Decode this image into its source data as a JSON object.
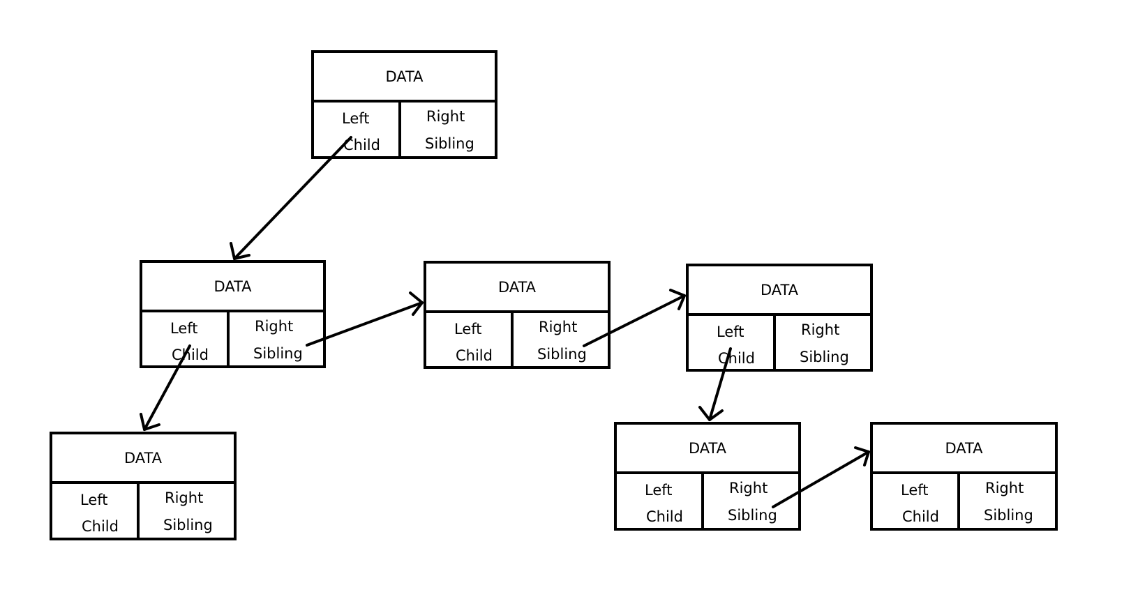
{
  "nodes": [
    {
      "data": "DATA",
      "left_child": [
        "Left",
        "Child"
      ],
      "right_sibling": [
        "Right",
        "Sibling"
      ]
    },
    {
      "data": "DATA",
      "left_child": [
        "Left",
        "Child"
      ],
      "right_sibling": [
        "Right",
        "Sibling"
      ]
    },
    {
      "data": "DATA",
      "left_child": [
        "Left",
        "Child"
      ],
      "right_sibling": [
        "Right",
        "Sibling"
      ]
    },
    {
      "data": "DATA",
      "left_child": [
        "Left",
        "Child"
      ],
      "right_sibling": [
        "Right",
        "Sibling"
      ]
    },
    {
      "data": "DATA",
      "left_child": [
        "Left",
        "Child"
      ],
      "right_sibling": [
        "Right",
        "Sibling"
      ]
    },
    {
      "data": "DATA",
      "left_child": [
        "Left",
        "Child"
      ],
      "right_sibling": [
        "Right",
        "Sibling"
      ]
    },
    {
      "data": "DATA",
      "left_child": [
        "Left",
        "Child"
      ],
      "right_sibling": [
        "Right",
        "Sibling"
      ]
    }
  ],
  "links": [
    {
      "from": 0,
      "to": 1,
      "kind": "left-child"
    },
    {
      "from": 1,
      "to": 2,
      "kind": "right-sibling"
    },
    {
      "from": 1,
      "to": 3,
      "kind": "left-child"
    },
    {
      "from": 2,
      "to": 4,
      "kind": "right-sibling"
    },
    {
      "from": 4,
      "to": 5,
      "kind": "left-child"
    },
    {
      "from": 5,
      "to": 6,
      "kind": "right-sibling"
    }
  ]
}
